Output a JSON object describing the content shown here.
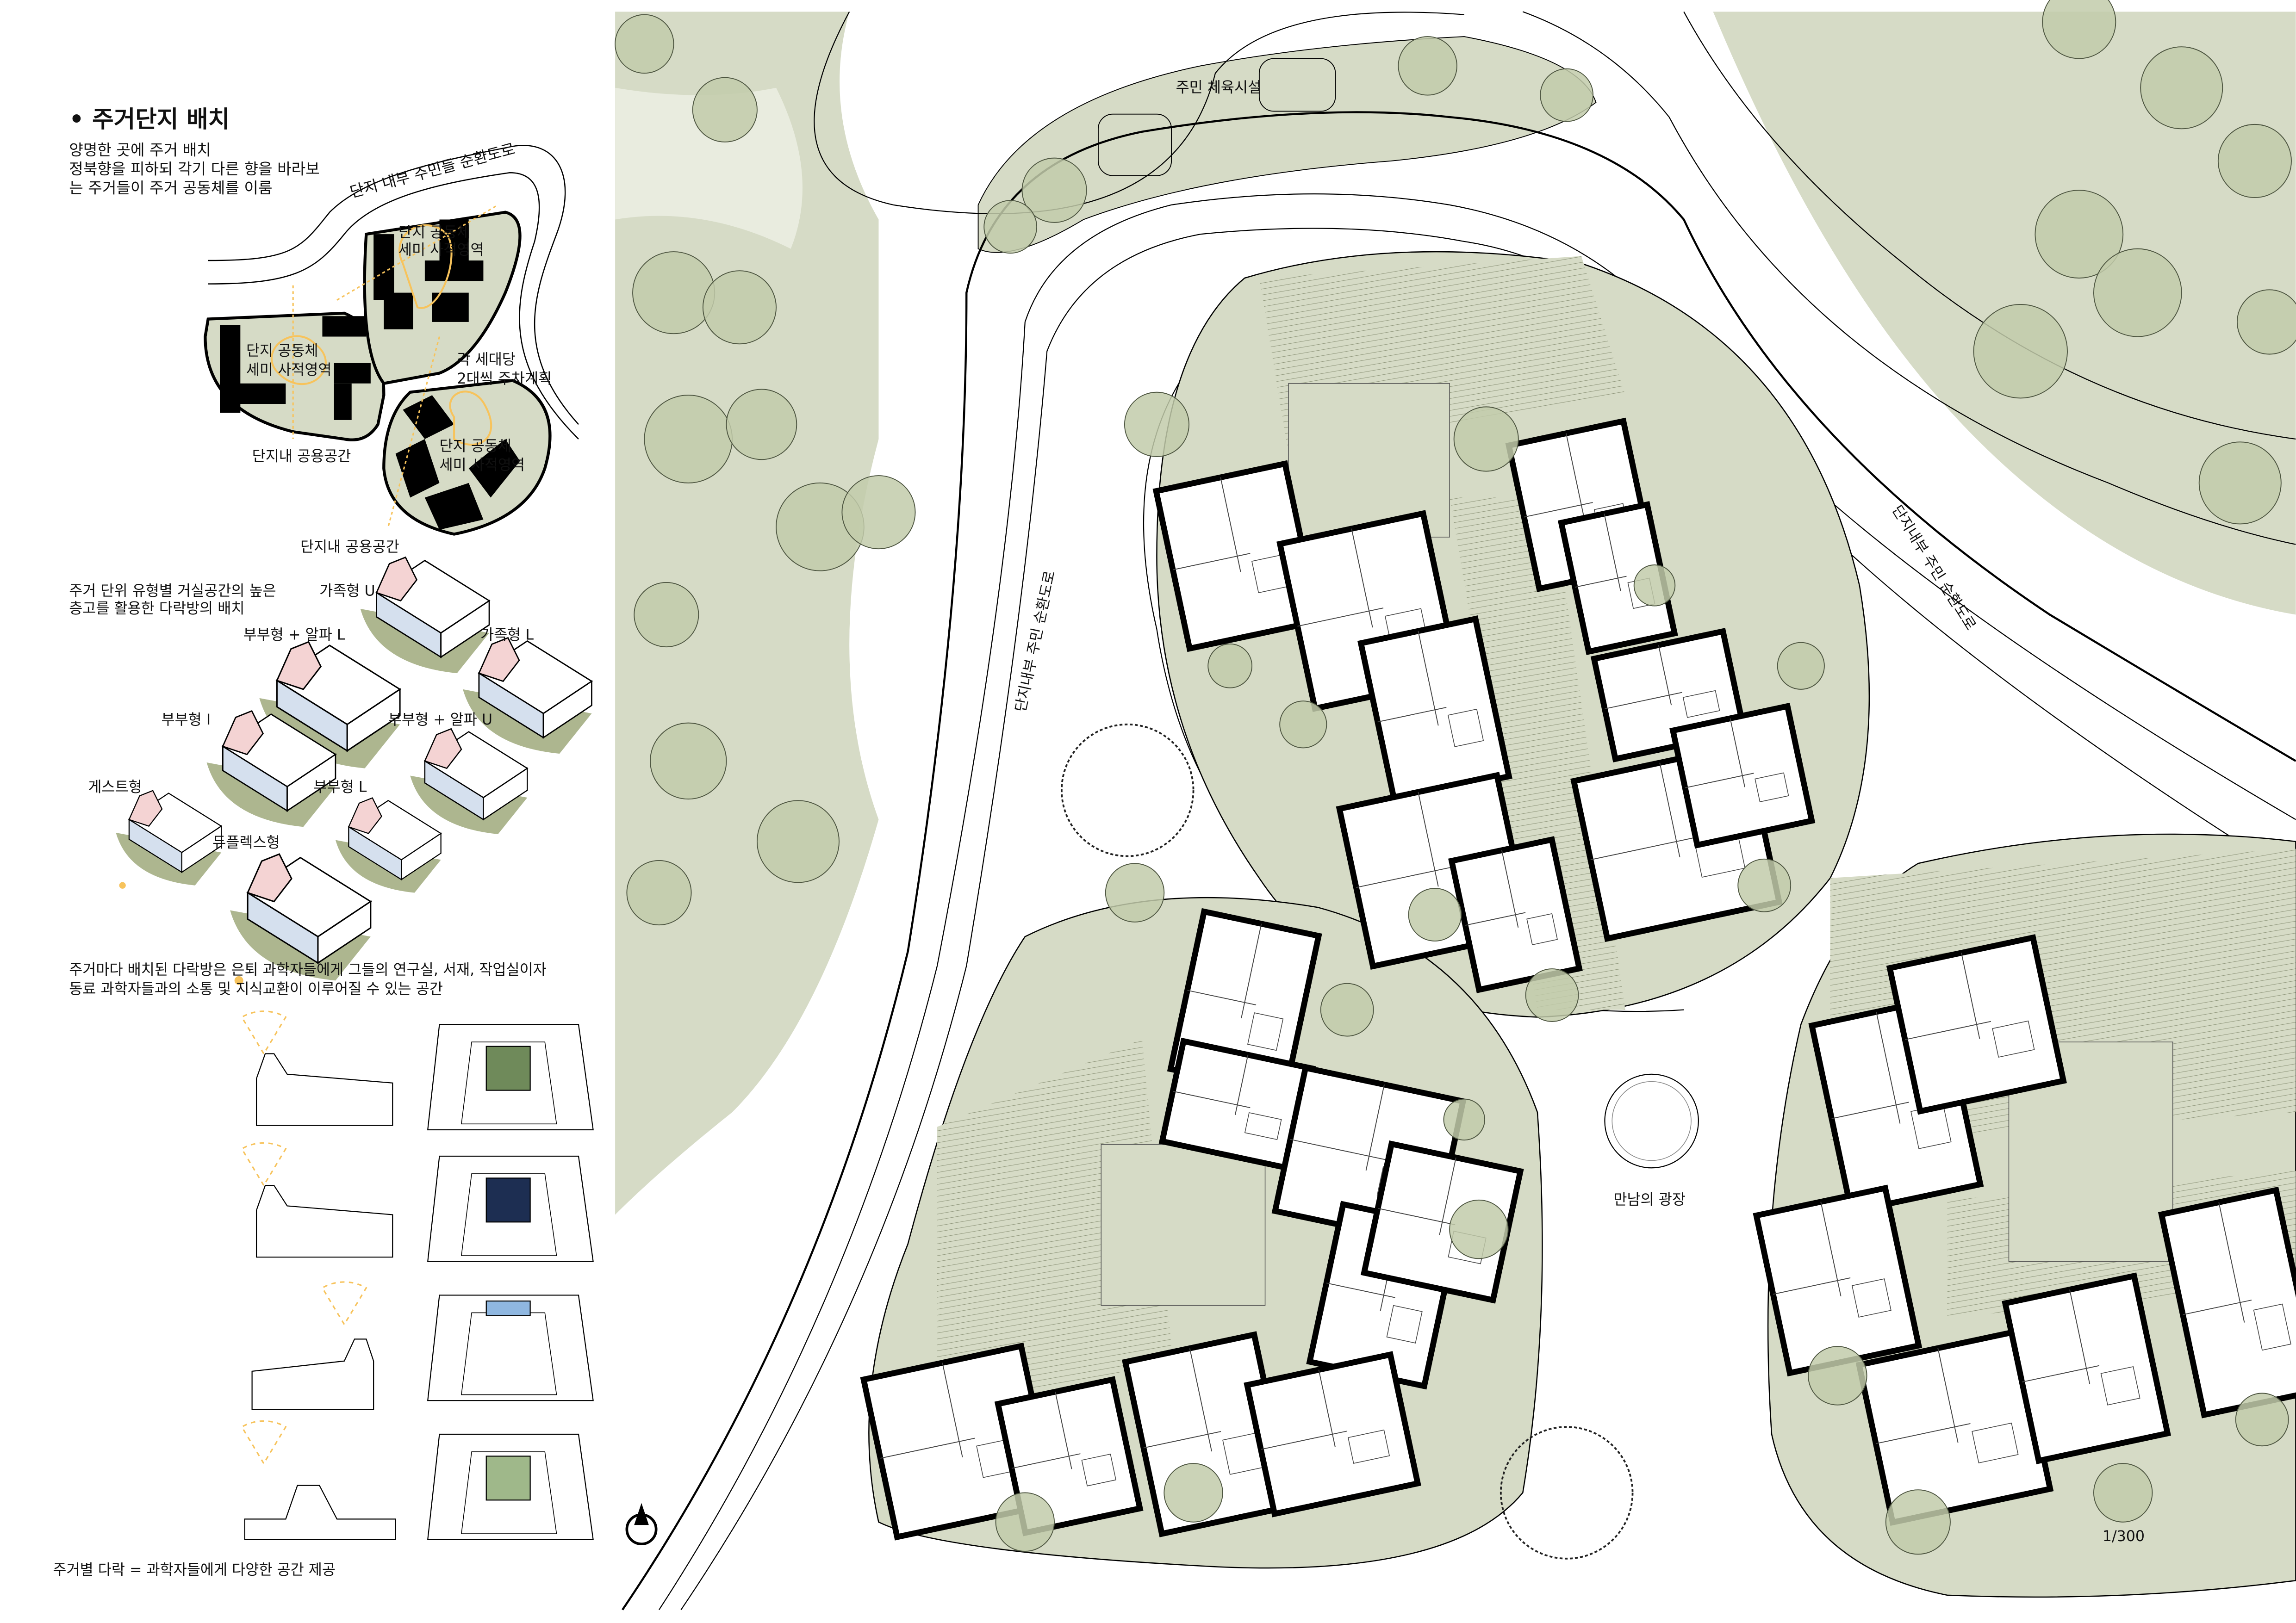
{
  "left_panel": {
    "title": "• 주거단지 배치",
    "intro_lines": [
      "양명한 곳에 주거 배치",
      "정북향을 피하되 각기 다른 향을 바라보",
      "는 주거들이 주거 공동체를 이룸"
    ],
    "site_diagram": {
      "road_label": "단지 내부 주민들 순환도로",
      "semi_private_label_1": "단지 공동체",
      "semi_private_label_2": "세미 사적영역",
      "parking_label_1": "각 세대당",
      "parking_label_2": "2대씩 주차계획",
      "shared_space_label": "단지내 공용공간"
    },
    "unit_types_intro": [
      "주거 단위 유형별 거실공간의 높은",
      "층고를 활용한 다락방의 배치"
    ],
    "unit_types": [
      "가족형 U",
      "부부형 + 알파 L",
      "가족형 L",
      "부부형 I",
      "부부형 + 알파 U",
      "게스트형",
      "부부형 L",
      "듀플렉스형"
    ],
    "attic_intro": [
      "주거마다 배치된 다락방은 은퇴 과학자들에게 그들의 연구실, 서재, 작업실이자",
      "동료 과학자들과의 소통 및 지식교환이 이루어질 수 있는 공간"
    ],
    "footer": "주거별 다락 = 과학자들에게 다양한 공간 제공"
  },
  "site_plan": {
    "fitness_label": "주민 체육시설",
    "road_label_left": "단지내부 주민 순환도로",
    "road_label_right": "단지내부 주민 순환도로",
    "plaza_label": "만남의 광장",
    "scale": "1/300"
  },
  "colors": {
    "green_light": "#d6dbc6",
    "green_tree": "#c2cbaa",
    "olive_roof": "#adb68f",
    "pink_roof": "#f4d3d3",
    "blue_wall": "#d5e0ee",
    "sun_orange": "#f7c35c"
  }
}
